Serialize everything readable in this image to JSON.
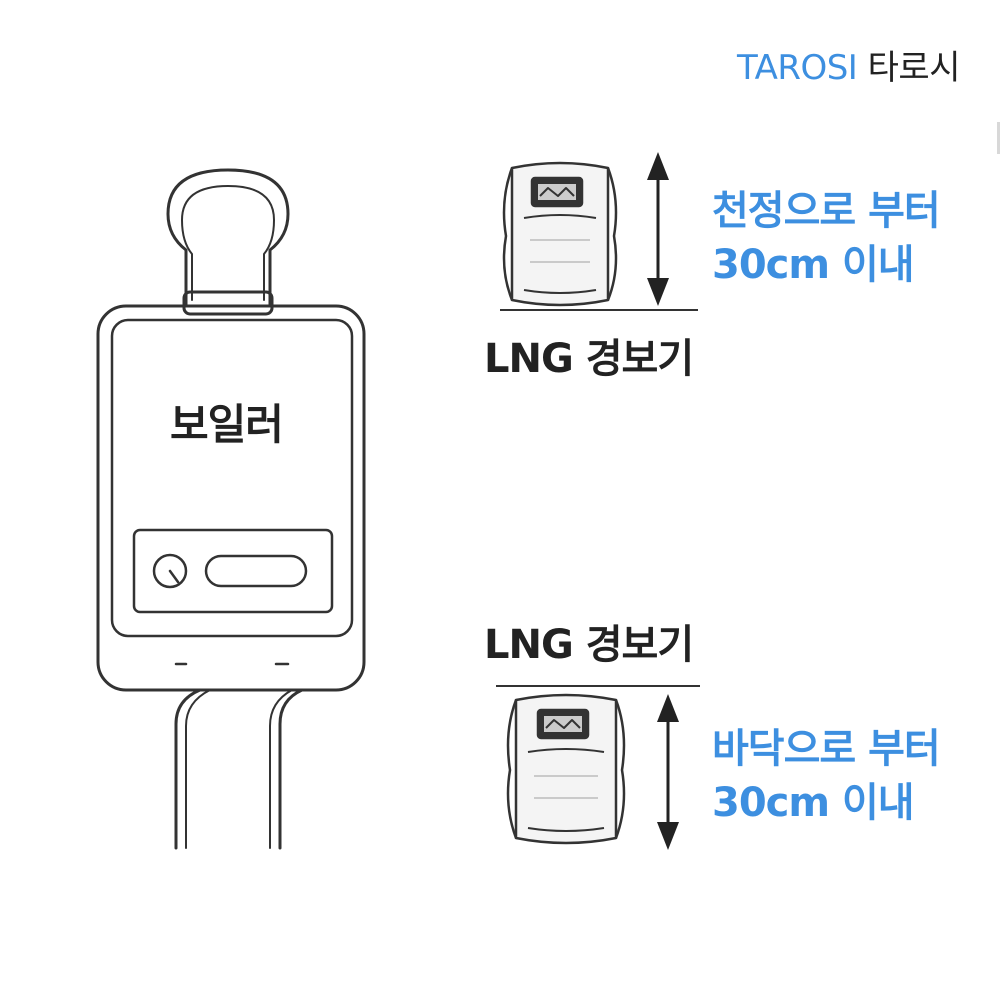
{
  "brand": {
    "name_en": "TAROSI",
    "name_ko": "타로시"
  },
  "boiler": {
    "label": "보일러"
  },
  "top_detector": {
    "label": "LNG 경보기",
    "distance_line1": "천정으로 부터",
    "distance_line2": "30cm 이내"
  },
  "bottom_detector": {
    "label": "LNG 경보기",
    "distance_line1": "바닥으로 부터",
    "distance_line2": "30cm 이내"
  },
  "colors": {
    "accent_blue": "#3d8fe0",
    "text_dark": "#222222",
    "line_dark": "#333333"
  },
  "icons": {
    "boiler": "boiler-illustration",
    "detector": "gas-detector-icon",
    "arrow": "double-arrow-icon",
    "dial": "dial-icon"
  }
}
